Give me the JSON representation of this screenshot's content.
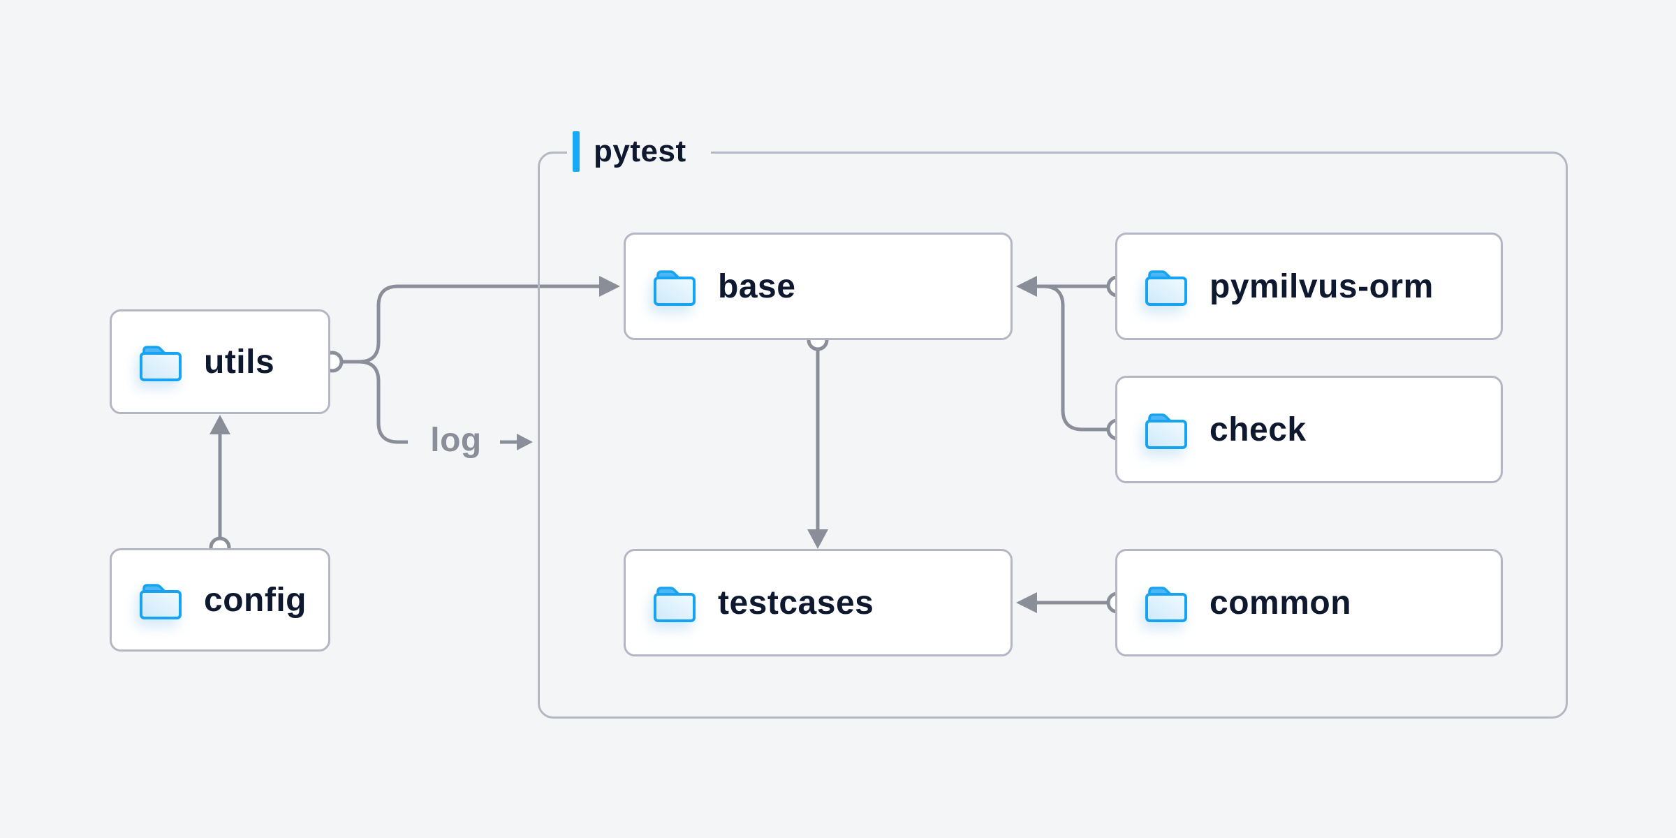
{
  "container": {
    "label": "pytest",
    "accent_color": "#17a8f6"
  },
  "nodes": {
    "utils": {
      "label": "utils"
    },
    "config": {
      "label": "config"
    },
    "base": {
      "label": "base"
    },
    "pymilvus_orm": {
      "label": "pymilvus-orm"
    },
    "check": {
      "label": "check"
    },
    "testcases": {
      "label": "testcases"
    },
    "common": {
      "label": "common"
    }
  },
  "edge_labels": {
    "log": "log"
  },
  "edges": [
    {
      "from": "utils",
      "to": "base"
    },
    {
      "from": "utils",
      "to": "pytest-container",
      "label": "log"
    },
    {
      "from": "config",
      "to": "utils"
    },
    {
      "from": "base",
      "to": "testcases"
    },
    {
      "from": "pymilvus-orm",
      "to": "base"
    },
    {
      "from": "check",
      "to": "base"
    },
    {
      "from": "common",
      "to": "testcases"
    }
  ],
  "colors": {
    "background": "#f4f5f6",
    "node_fill": "#ffffff",
    "node_border": "#b4b7c3",
    "wire": "#8a8e99",
    "text": "#0e1930",
    "folder_stroke": "#16a3f2",
    "folder_tab": "#4fb5f4",
    "accent": "#17a8f6"
  }
}
